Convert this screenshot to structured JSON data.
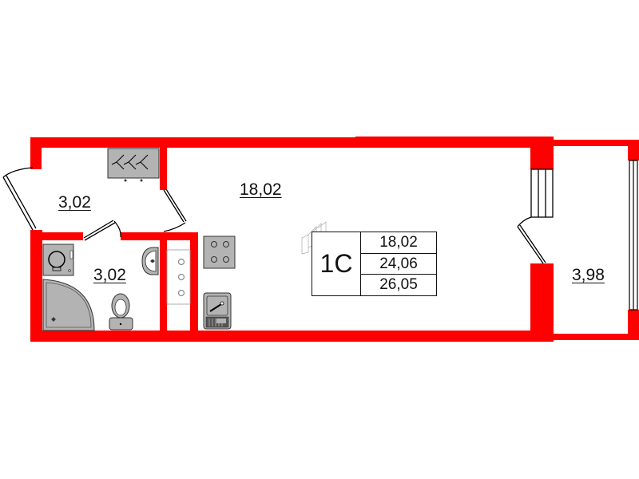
{
  "plan": {
    "wall_color": "#ff0000",
    "fixture_color": "#b3b3b3",
    "rooms": [
      {
        "id": "hallway",
        "area": "3,02"
      },
      {
        "id": "main-room",
        "area": "18,02"
      },
      {
        "id": "bathroom",
        "area": "3,02"
      },
      {
        "id": "balcony",
        "area": "3,98"
      }
    ]
  },
  "info": {
    "apartment_type": "1С",
    "living_area": "18,02",
    "total_area": "24,06",
    "total_area_with_balcony": "26,05"
  }
}
